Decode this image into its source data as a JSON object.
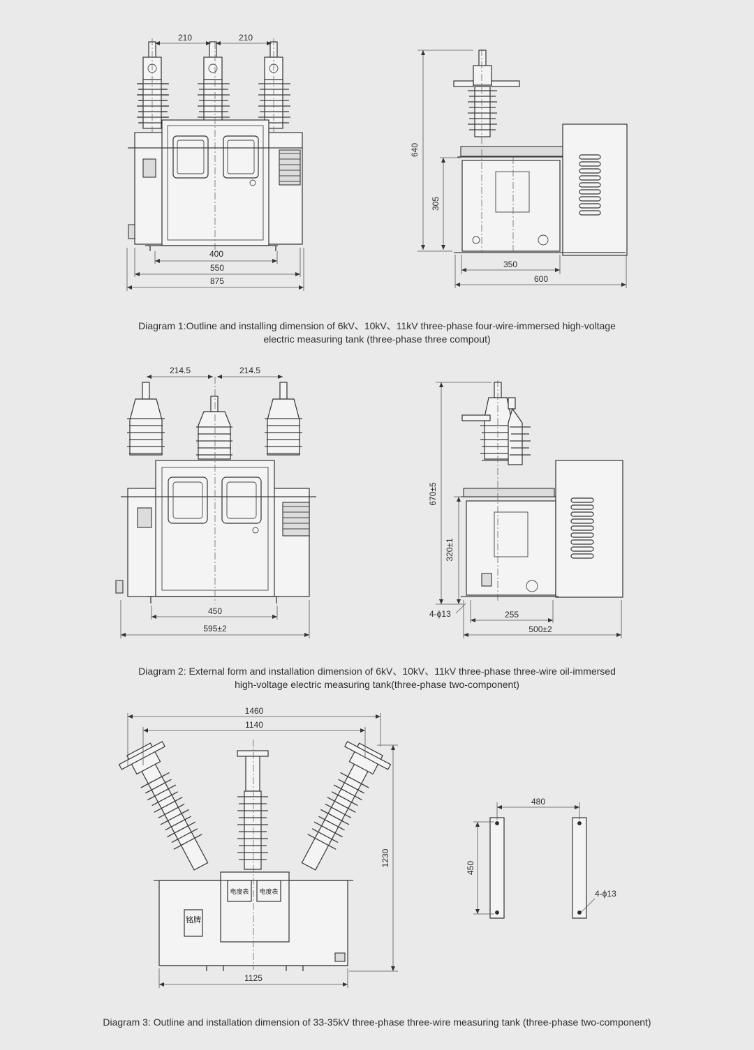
{
  "diagram1": {
    "caption_line1": "Diagram 1:Outline and installing dimension of 6kV、10kV、11kV three-phase four-wire-immersed high-voltage",
    "caption_line2": "electric measuring tank (three-phase three compout)",
    "front_dims": {
      "pitch_left": "210",
      "pitch_right": "210",
      "width_inner": "400",
      "width_mid": "550",
      "width_total": "875"
    },
    "side_dims": {
      "height_total": "640",
      "height_tank": "305",
      "base_inner": "350",
      "base_total": "600"
    }
  },
  "diagram2": {
    "caption_line1": "Diagram 2: External form and installation dimension of 6kV、10kV、11kV three-phase three-wire oil-immersed",
    "caption_line2": "high-voltage electric measuring tank(three-phase two-component)",
    "front_dims": {
      "pitch_left": "214.5",
      "pitch_right": "214.5",
      "width_inner": "450",
      "width_total": "595±2"
    },
    "side_dims": {
      "height_total": "670±5",
      "height_tank": "320±1",
      "holes": "4-ϕ13",
      "base_inner": "255",
      "base_total": "500±2"
    }
  },
  "diagram3": {
    "caption": "Diagram 3: Outline and installation dimension of 33-35kV three-phase three-wire measuring tank (three-phase two-component)",
    "front_dims": {
      "width_total": "1460",
      "pitch": "1140",
      "height_total": "1230",
      "base_width": "1125"
    },
    "labels": {
      "meter_left": "电度表",
      "meter_right": "电度表",
      "nameplate": "铭牌"
    },
    "base_dims": {
      "spacing": "480",
      "length": "450",
      "holes": "4-ϕ13"
    }
  }
}
